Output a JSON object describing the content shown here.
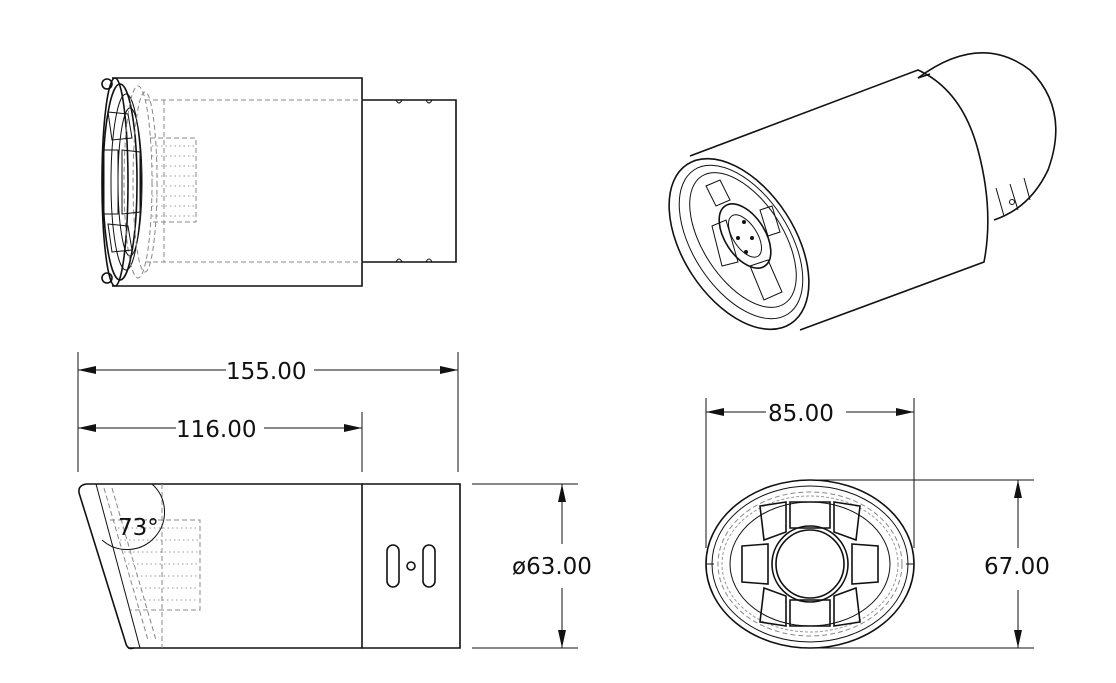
{
  "dimensions": {
    "total_length": "155.00",
    "body_length": "116.00",
    "inlet_diameter": "ø63.00",
    "outlet_width": "85.00",
    "outlet_height": "67.00",
    "cut_angle": "73°"
  }
}
